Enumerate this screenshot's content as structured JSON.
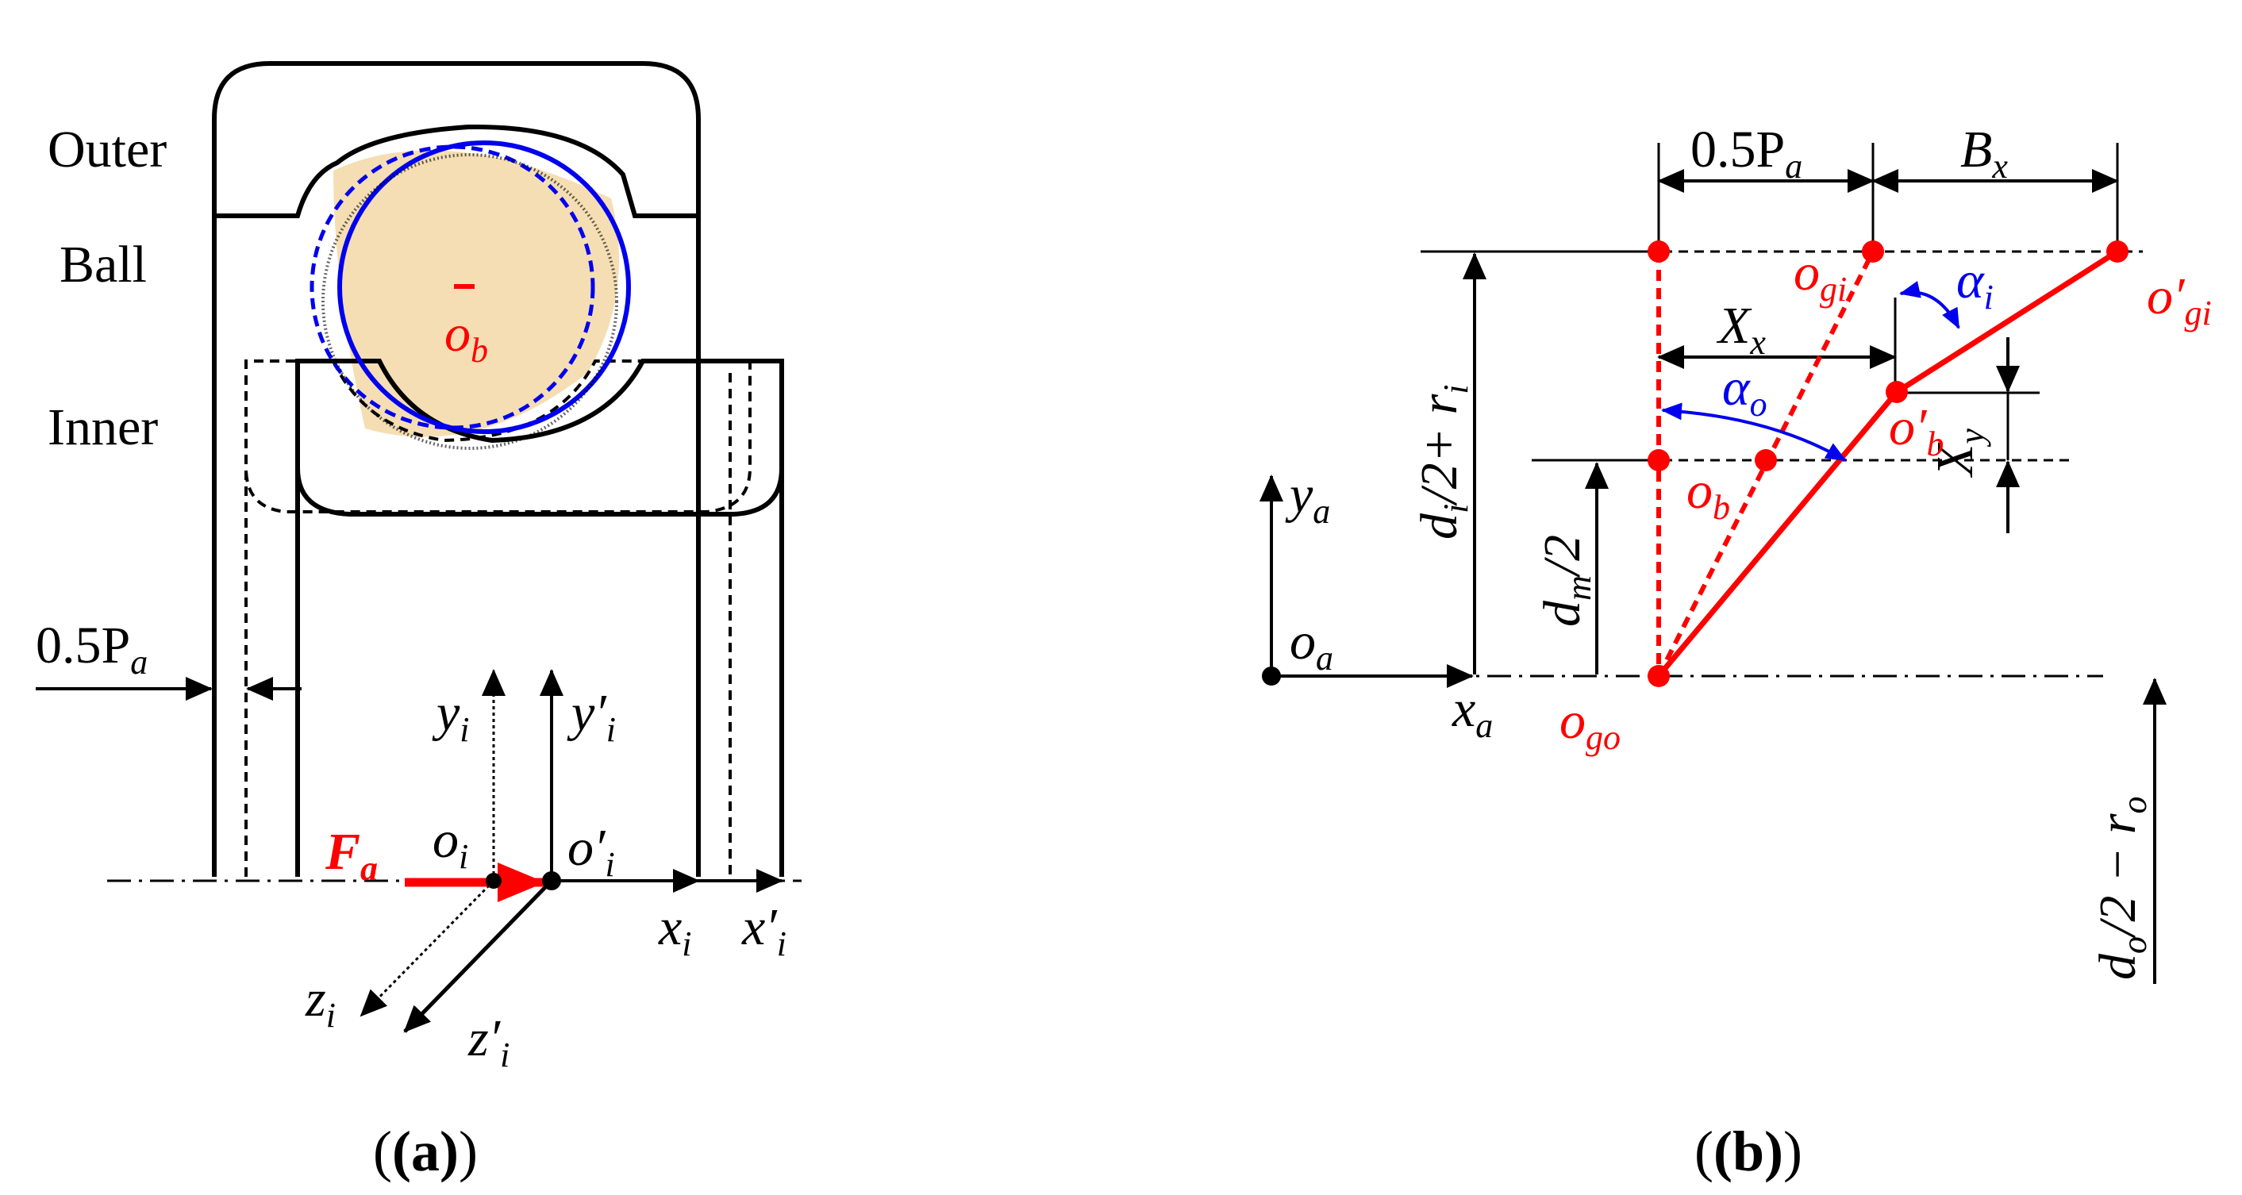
{
  "panel_a": {
    "label_outer": "Outer",
    "label_ball": "Ball",
    "label_inner": "Inner",
    "ball_center": {
      "main": "o",
      "sub": "b"
    },
    "preload": {
      "main": "0.5P",
      "sub": "a"
    },
    "force": {
      "main": "F",
      "sub": "a"
    },
    "yi": {
      "main": "y",
      "sub": "i"
    },
    "yi_p": {
      "main": "y′",
      "sub": "i"
    },
    "oi": {
      "main": "o",
      "sub": "i"
    },
    "oi_p": {
      "main": "o′",
      "sub": "i"
    },
    "xi": {
      "main": "x",
      "sub": "i"
    },
    "xi_p": {
      "main": "x′",
      "sub": "i"
    },
    "zi": {
      "main": "z",
      "sub": "i"
    },
    "zi_p": {
      "main": "z′",
      "sub": "i"
    },
    "caption": "(a)"
  },
  "panel_b": {
    "preload": {
      "main": "0.5P",
      "sub": "a"
    },
    "bx": {
      "main": "B",
      "sub": "x"
    },
    "xx": {
      "main": "X",
      "sub": "x"
    },
    "xy": {
      "main": "X",
      "sub": "y"
    },
    "alpha_i": {
      "main": "α",
      "sub": "i"
    },
    "alpha_o": {
      "main": "α",
      "sub": "o"
    },
    "ogi": {
      "main": "o",
      "sub": "gi"
    },
    "ogi_p": {
      "main": "o′",
      "sub": "gi"
    },
    "ob_p": {
      "main": "o′",
      "sub": "b"
    },
    "ob": {
      "main": "o",
      "sub": "b"
    },
    "ogo": {
      "main": "o",
      "sub": "go"
    },
    "ya": {
      "main": "y",
      "sub": "a"
    },
    "oa": {
      "main": "o",
      "sub": "a"
    },
    "xa": {
      "main": "x",
      "sub": "a"
    },
    "di": {
      "pre": "d",
      "sub": "i",
      "post": "/2+ r",
      "sub2": "i"
    },
    "dm": {
      "pre": "d",
      "sub": "m",
      "post": "/2"
    },
    "do": {
      "pre": "d",
      "sub": "o",
      "post": "/2 − r",
      "sub2": "o"
    },
    "caption": "(b)"
  },
  "colors": {
    "red": "#ff0000",
    "blue": "#0000ee",
    "ball_fill": "#f5deb3",
    "black": "#000000"
  }
}
